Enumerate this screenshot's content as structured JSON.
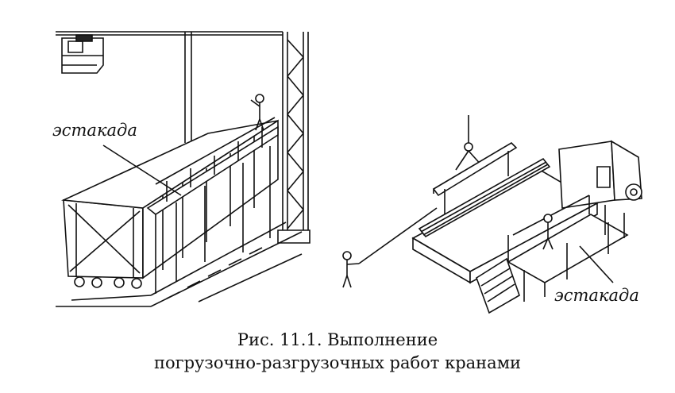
{
  "figure": {
    "left_scene": {
      "callout": "эстакада"
    },
    "right_scene": {
      "callout": "эстакада"
    }
  },
  "caption": {
    "line1": "Рис. 11.1. Выполнение",
    "line2": "погрузочно-разгрузочных работ кранами"
  }
}
